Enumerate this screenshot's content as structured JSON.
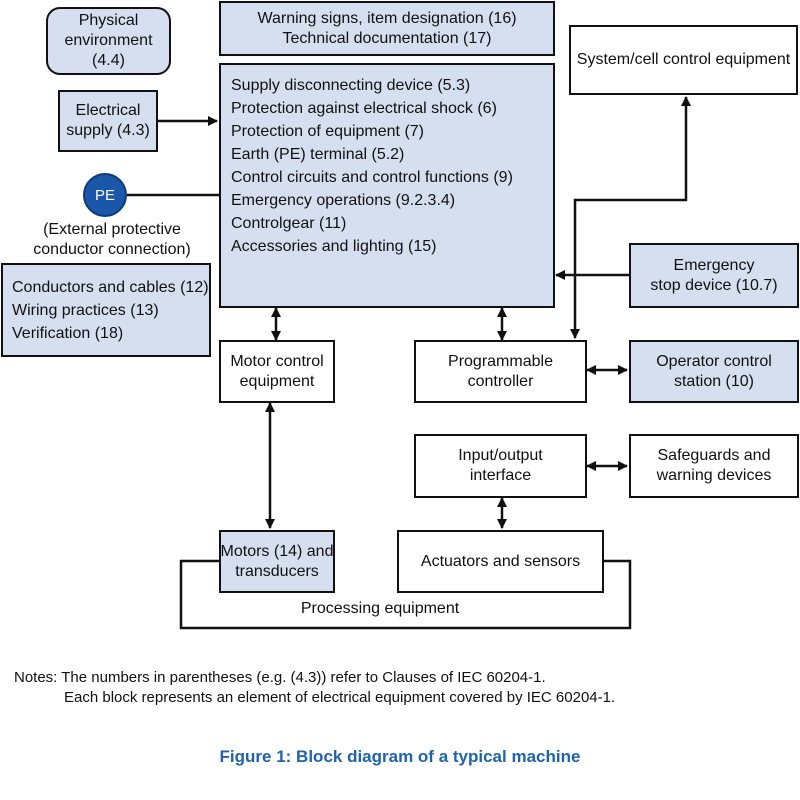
{
  "blocks": {
    "physical_environment": [
      "Physical",
      "environment",
      "(4.4)"
    ],
    "warning_signs": [
      "Warning signs, item designation (16)",
      "Technical documentation (17)"
    ],
    "system_cell": [
      "System/cell control equipment"
    ],
    "electrical_supply": [
      "Electrical",
      "supply (4.3)"
    ],
    "main_equipment": [
      "Supply disconnecting device (5.3)",
      "Protection against electrical shock (6)",
      "Protection of equipment (7)",
      "Earth (PE) terminal (5.2)",
      "Control circuits and control functions (9)",
      "Emergency operations (9.2.3.4)",
      "Controlgear (11)",
      "Accessories and lighting (15)"
    ],
    "pe_label": "PE",
    "pe_caption": [
      "(External protective",
      "conductor connection)"
    ],
    "conductors": [
      "Conductors and cables (12)",
      "Wiring practices (13)",
      "Verification (18)"
    ],
    "emergency_stop": [
      "Emergency",
      "stop device (10.7)"
    ],
    "motor_control": [
      "Motor control",
      "equipment"
    ],
    "programmable_controller": [
      "Programmable",
      "controller"
    ],
    "operator_station": [
      "Operator control",
      "station (10)"
    ],
    "io_interface": [
      "Input/output",
      "interface"
    ],
    "safeguards": [
      "Safeguards and",
      "warning devices"
    ],
    "motors": [
      "Motors (14) and",
      "transducers"
    ],
    "actuators": [
      "Actuators and sensors"
    ],
    "processing_equipment": "Processing equipment"
  },
  "notes": {
    "line1": "Notes: The numbers in parentheses (e.g. (4.3)) refer to Clauses of IEC 60204-1.",
    "line2": "Each block represents an element of electrical equipment covered by IEC 60204-1."
  },
  "caption": "Figure 1: Block diagram of a typical machine",
  "colors": {
    "block_fill": "#d6dff0",
    "pe_fill": "#1b57a8",
    "caption": "#1f63b0",
    "line": "#111111"
  }
}
